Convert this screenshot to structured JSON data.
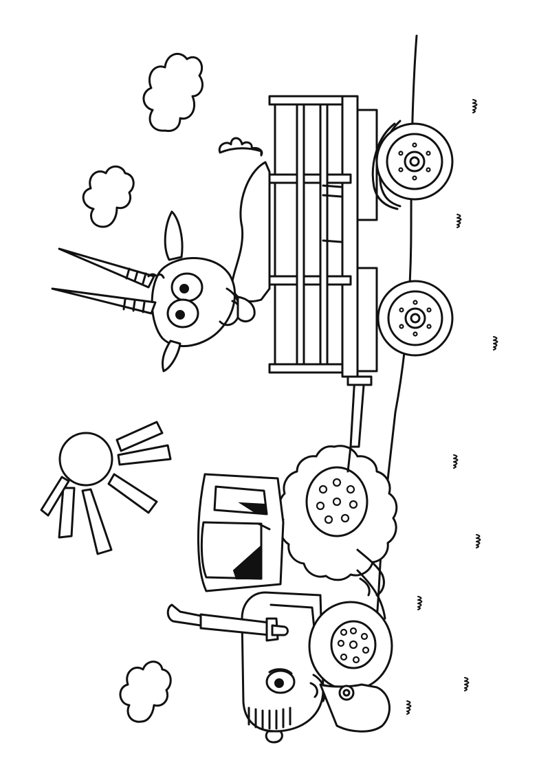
{
  "image": {
    "kind": "coloring-page",
    "orientation": "rotated-90",
    "line_color": "#111111",
    "background_color": "#ffffff"
  },
  "scene": {
    "subjects": [
      "tractor",
      "goat",
      "trailer",
      "sun",
      "clouds",
      "grass"
    ]
  }
}
